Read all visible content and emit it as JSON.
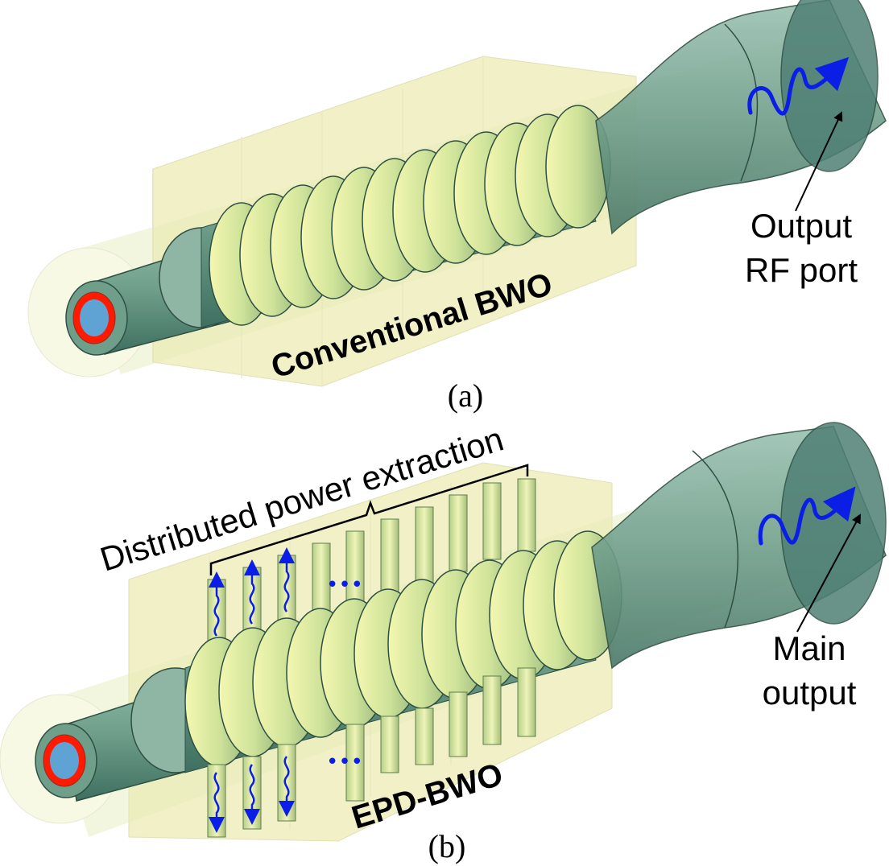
{
  "panel_a": {
    "device_label": "Conventional BWO",
    "output_label_line1": "Output",
    "output_label_line2": "RF port",
    "caption": "(a)"
  },
  "panel_b": {
    "bracket_label": "Distributed power extraction",
    "device_label": "EPD-BWO",
    "output_label_line1": "Main",
    "output_label_line2": "output",
    "caption": "(b)",
    "ellipsis_top": "•••",
    "ellipsis_bottom": "•••"
  },
  "colors": {
    "box": "#e8e59a",
    "tube": "#6f9f8a",
    "ring": "#cfe59a",
    "beam_ring": "#ff1a00",
    "beam_core": "#5fa3d4",
    "wave": "#0a1ee6",
    "stub": "#d6e6a0"
  }
}
